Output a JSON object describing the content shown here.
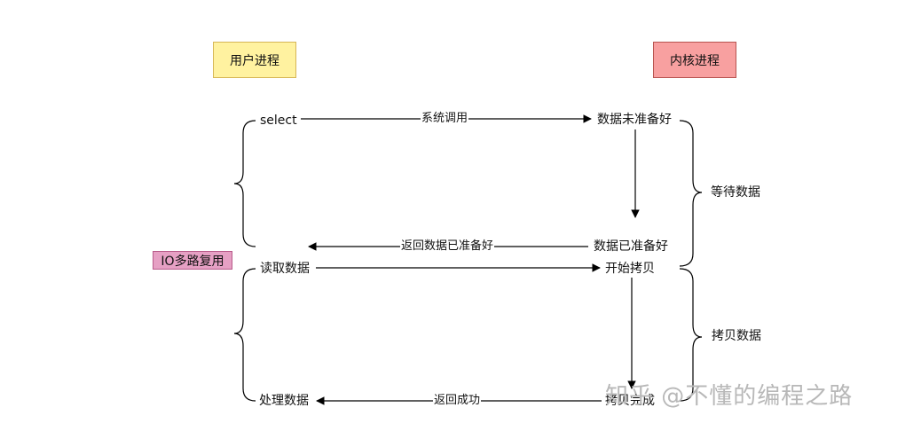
{
  "lanes": {
    "user": "用户进程",
    "kernel": "内核进程"
  },
  "io_label": "IO多路复用",
  "user_steps": {
    "select": "select",
    "read": "读取数据",
    "process": "处理数据"
  },
  "kernel_steps": {
    "not_ready": "数据未准备好",
    "ready": "数据已准备好",
    "start_copy": "开始拷贝",
    "copy_done": "拷贝完成"
  },
  "edges": {
    "syscall": "系统调用",
    "return_ready": "返回数据已准备好",
    "return_success": "返回成功"
  },
  "phases": {
    "wait": "等待数据",
    "copy": "拷贝数据"
  },
  "watermark": "知乎 @不懂的编程之路",
  "colors": {
    "user_fill": "#fff2a0",
    "kernel_fill": "#f8a0a0",
    "io_fill": "#e6a0c4"
  }
}
